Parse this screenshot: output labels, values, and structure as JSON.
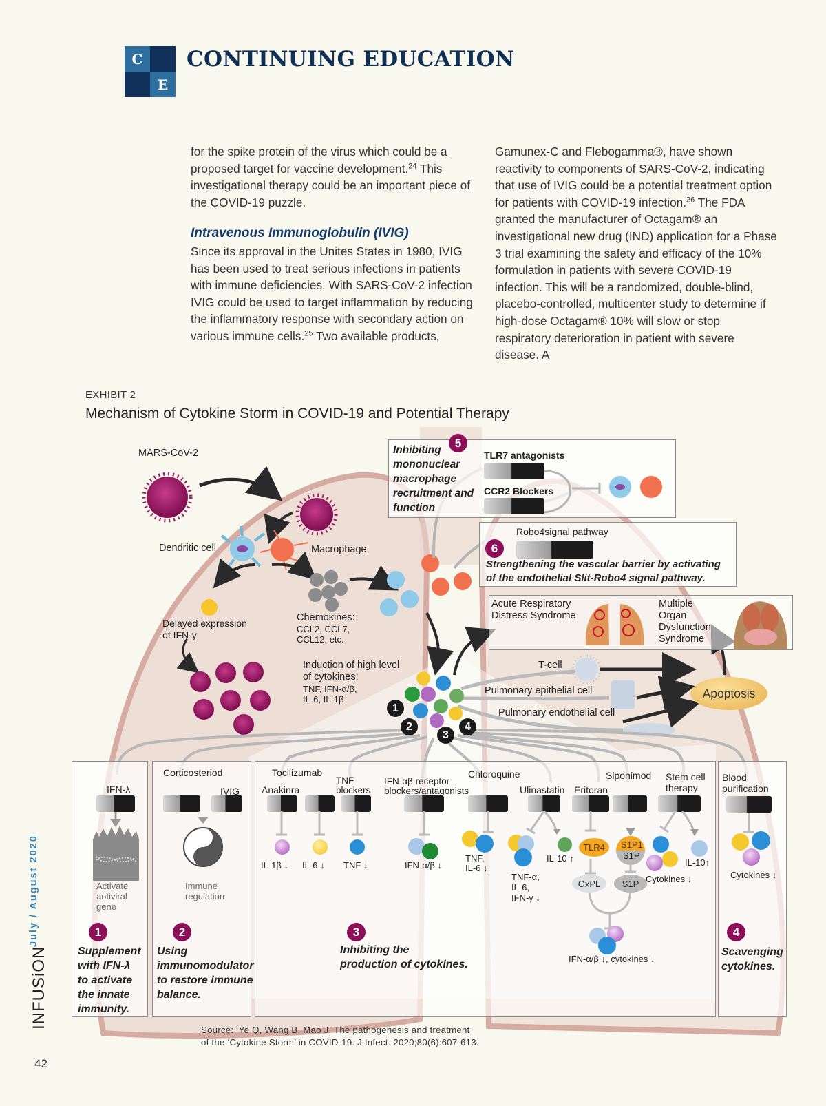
{
  "header": {
    "logo_letters": [
      "C",
      "E"
    ],
    "title": "CONTINUING EDUCATION"
  },
  "article": {
    "left_column": {
      "para1": "for the spike protein of the virus which could be a proposed target for vaccine development.",
      "ref1": "24",
      "para1_tail": " This investigational therapy could be an important piece of the COVID-19 puzzle.",
      "subheading": "Intravenous Immunoglobulin (IVIG)",
      "para2": "Since its approval in the Unites States in 1980, IVIG has been used to treat serious infections in patients with immune deficiencies. With SARS-CoV-2 infection IVIG could be used to target inflammation by reducing the inflammatory response with secondary action on various immune cells.",
      "ref2": "25",
      "para2_tail": " Two available products,"
    },
    "right_column": {
      "para1": "Gamunex-C  and Flebogamma®, have shown reactivity to components of SARS-CoV-2, indicating that use of IVIG could be a potential treatment option for patients with COVID-19 infection.",
      "ref1": "26",
      "para1_tail": " The FDA granted the manufacturer of Octagam® an investigational new drug (IND) application for a Phase 3 trial examining the safety and efficacy of the 10% formulation in patients with severe COVID-19 infection. This will be a randomized, double-blind, placebo-controlled, multicenter study to determine if high-dose Octagam® 10% will slow or stop respiratory deterioration in patient with severe disease. A"
    }
  },
  "exhibit": {
    "label": "EXHIBIT 2",
    "title": "Mechanism of Cytokine Storm in COVID-19 and Potential Therapy",
    "diagram": {
      "virus_label": "MARS-CoV-2",
      "dendritic_cell": "Dendritic cell",
      "macrophage": "Macrophage",
      "delayed_expression": "Delayed expression\nof IFN-γ",
      "chemokines_title": "Chemokines:",
      "chemokines_list": "CCL2, CCL7,\nCCL12, etc.",
      "induction_title": "Induction of high level\nof cytokines:",
      "induction_list": "TNF, IFN-α/β,\nIL-6, IL-1β",
      "t_cell": "T-cell",
      "pulmonary_epithelial": "Pulmonary epithelial cell",
      "pulmonary_endothelial": "Pulmonary endothelial cell",
      "apoptosis": "Apoptosis",
      "ards": "Acute Respiratory\nDistress Syndrome",
      "mods": "Multiple\nOrgan\nDysfunction\nSyndrome",
      "cluster_badges": [
        "1",
        "2",
        "3",
        "4"
      ],
      "box5": {
        "badge": "5",
        "description": "Inhibiting\nmononuclear\nmacrophage\nrecruitment and\nfunction",
        "drug1": "TLR7 antagonists",
        "drug2": "CCR2 Blockers"
      },
      "box6": {
        "badge": "6",
        "drug": "Robo4signal pathway",
        "description": "Strengthening the vascular barrier by activating\nof the endothelial Slit-Robo4 signal pathway."
      },
      "panel1": {
        "badge": "1",
        "drug": "IFN-λ",
        "effect": "Activate\nantiviral\ngene",
        "description": "Supplement\nwith IFN-λ\nto activate\nthe innate\nimmunity."
      },
      "panel2": {
        "badge": "2",
        "drug1": "Corticosteriod",
        "drug2": "IVIG",
        "effect": "Immune\nregulation",
        "description": "Using\nimmunomodulator\nto restore immune\nbalance."
      },
      "panel3": {
        "badge": "3",
        "description": "Inhibiting the\nproduction of cytokines.",
        "drugs": {
          "tocilizumab": "Tocilizumab",
          "anakinra": "Anakinra",
          "tnf_blockers": "TNF\nblockers",
          "ifn_receptor": "IFN-αβ receptor\nblockers/antagonists",
          "chloroquine": "Chloroquine",
          "ulinastatin": "Ulinastatin",
          "eritoran": "Eritoran",
          "siponimod": "Siponimod",
          "stem_cell": "Stem cell\ntherapy"
        },
        "outcomes": {
          "il1b": "IL-1β ↓",
          "il6": "IL-6 ↓",
          "tnf": "TNF ↓",
          "ifn_ab": "IFN-α/β ↓",
          "tnf_il6": "TNF,\nIL-6 ↓",
          "tnf_a_il6_ifn_g": "TNF-α,\nIL-6,\nIFN-γ ↓",
          "il10_up": "IL-10 ↑",
          "tlr4": "TLR4",
          "s1p1": "S1P1",
          "s1p_top": "S1P",
          "oxpl": "OxPL",
          "s1p": "S1P",
          "cytokines_down": "Cytokines ↓",
          "il10_up_2": "IL-10↑",
          "final": "IFN-α/β ↓, cytokines ↓"
        }
      },
      "panel4": {
        "badge": "4",
        "drug": "Blood\npurification",
        "effect": "Cytokines ↓",
        "description": "Scavenging\ncytokines."
      }
    },
    "source": "Source:  Ye Q, Wang B, Mao J. The pathogenesis and treatment\nof the ‘Cytokine Storm’ in COVID-19. J Infect. 2020;80(6):607-613."
  },
  "sidebar": {
    "issue_date": "July / August 2020",
    "magazine": "INFUSiON"
  },
  "footer": {
    "page_number": "42"
  },
  "colors": {
    "brand_navy": "#0f2f55",
    "brand_blue": "#2f6f9f",
    "badge_purple": "#8d0f58",
    "page_bg": "#f8f8ee"
  }
}
